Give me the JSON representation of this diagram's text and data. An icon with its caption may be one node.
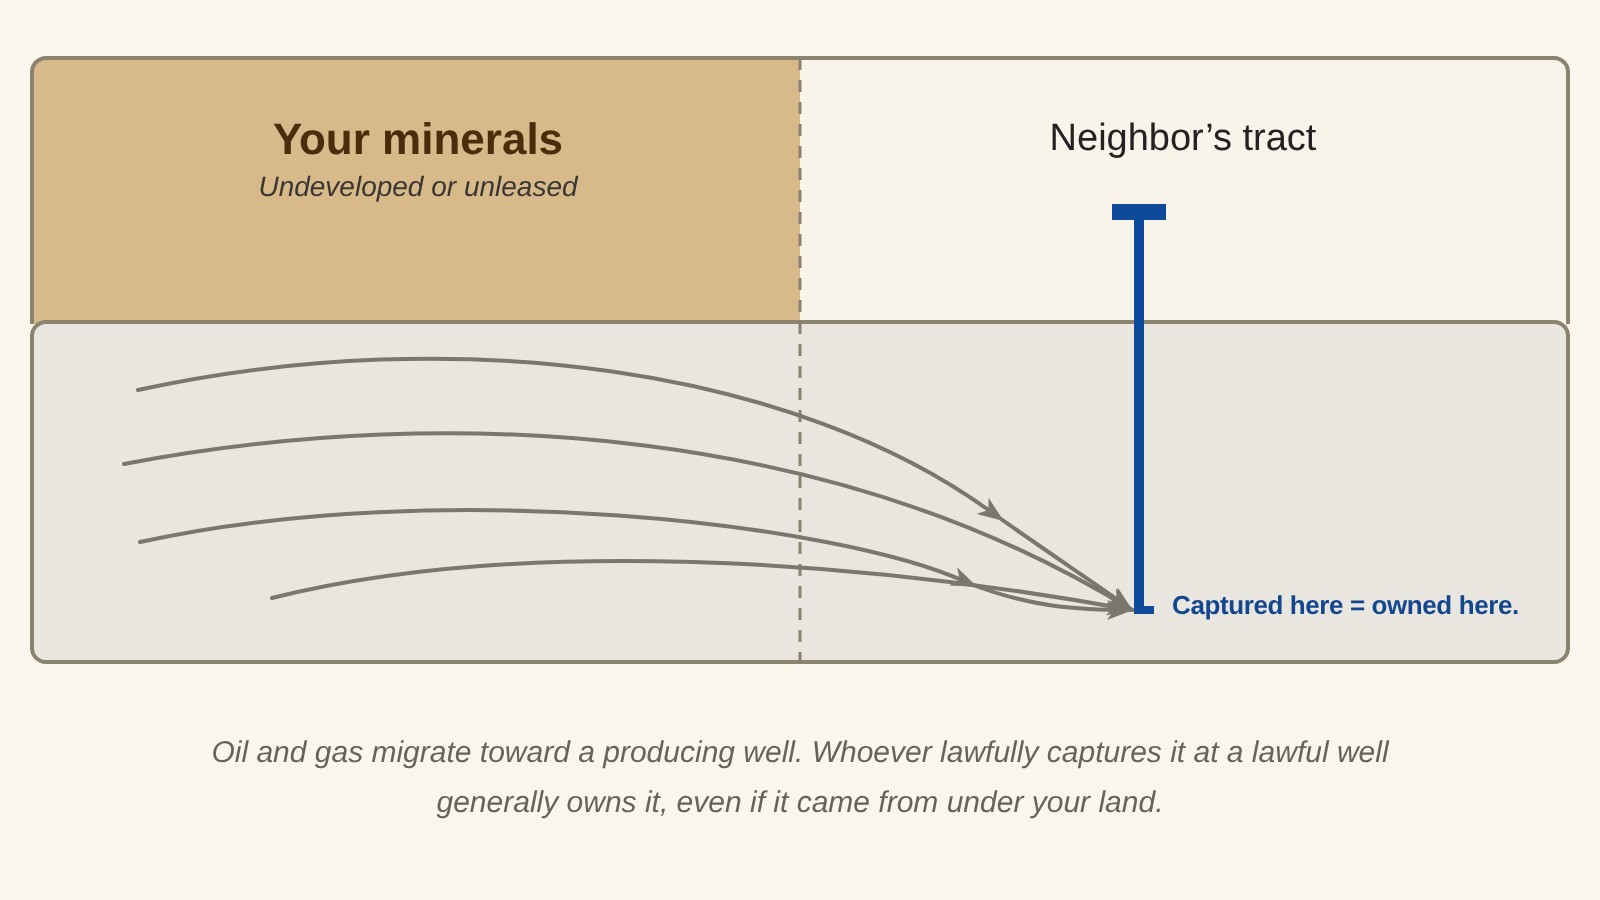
{
  "diagram": {
    "caption": "Oil and gas migrate toward a producing well. Whoever lawfully captures it at a lawful well generally owns it, even if it came from under your land.",
    "nodes": [
      {
        "text": [
          "Your minerals",
          "Undeveloped or unleased"
        ]
      },
      {
        "text": [
          "Neighbor’s tract"
        ]
      },
      {
        "text": [],
        "shape": "box"
      },
      {
        "text": [],
        "shape": "picture",
        "beside": [
          "Captured here = owned here."
        ]
      }
    ],
    "edges": [
      {
        "from": 2,
        "to": 3,
        "arrow": "to"
      },
      {
        "from": 2,
        "to": 3,
        "arrow": "to"
      },
      {
        "from": 2,
        "to": 3,
        "arrow": "to"
      },
      {
        "from": 2,
        "to": 3,
        "arrow": "to"
      }
    ]
  }
}
